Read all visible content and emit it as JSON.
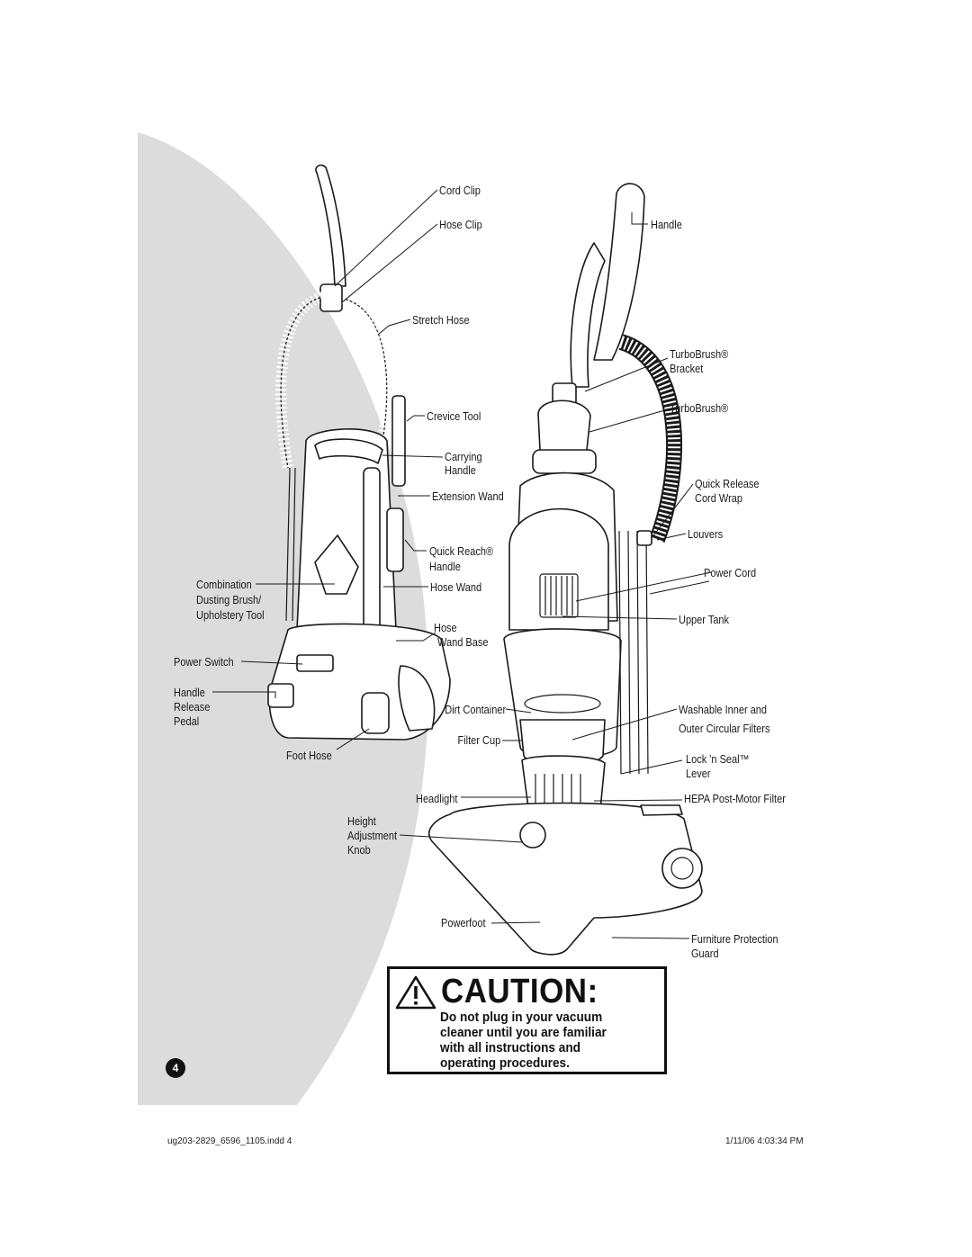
{
  "labels": {
    "cord_clip": "Cord Clip",
    "hose_clip": "Hose Clip",
    "stretch_hose": "Stretch Hose",
    "crevice_tool": "Crevice Tool",
    "carrying_handle_1": "Carrying",
    "carrying_handle_2": "Handle",
    "extension_wand": "Extension Wand",
    "quick_reach_1": "Quick Reach®",
    "quick_reach_2": "Handle",
    "hose_wand": "Hose Wand",
    "hose_wand_base_1": "Hose",
    "hose_wand_base_2": "Wand Base",
    "combination_1": "Combination",
    "combination_2": "Dusting Brush/",
    "combination_3": "Upholstery Tool",
    "power_switch": "Power Switch",
    "handle_release_1": "Handle",
    "handle_release_2": "Release",
    "handle_release_3": "Pedal",
    "foot_hose": "Foot Hose",
    "handle": "Handle",
    "turbobrush_bracket_1": "TurboBrush®",
    "turbobrush_bracket_2": "Bracket",
    "turbobrush": "TurboBrush®",
    "quick_release_1": "Quick Release",
    "quick_release_2": "Cord Wrap",
    "louvers": "Louvers",
    "power_cord": "Power Cord",
    "upper_tank": "Upper Tank",
    "dirt_container": "Dirt Container",
    "washable_1": "Washable Inner and",
    "washable_2": "Outer Circular Filters",
    "filter_cup": "Filter Cup",
    "lock_n_seal_1": "Lock 'n Seal™",
    "lock_n_seal_2": "Lever",
    "headlight": "Headlight",
    "hepa": "HEPA Post-Motor Filter",
    "height_1": "Height",
    "height_2": "Adjustment",
    "height_3": "Knob",
    "powerfoot": "Powerfoot",
    "furniture_1": "Furniture Protection",
    "furniture_2": "Guard"
  },
  "caution": {
    "icon": "warning-triangle-icon",
    "title": "CAUTION:",
    "line1": "Do not plug in your vacuum",
    "line2": "cleaner until you are familiar",
    "line3": "with all instructions and",
    "line4": "operating procedures."
  },
  "page_number": "4",
  "footer": {
    "file": "ug203-2829_6596_1105.indd   4",
    "timestamp": "1/11/06   4:03:34 PM"
  },
  "colors": {
    "background_shape": "#dcdcdc",
    "ink": "#1a1a1a"
  }
}
